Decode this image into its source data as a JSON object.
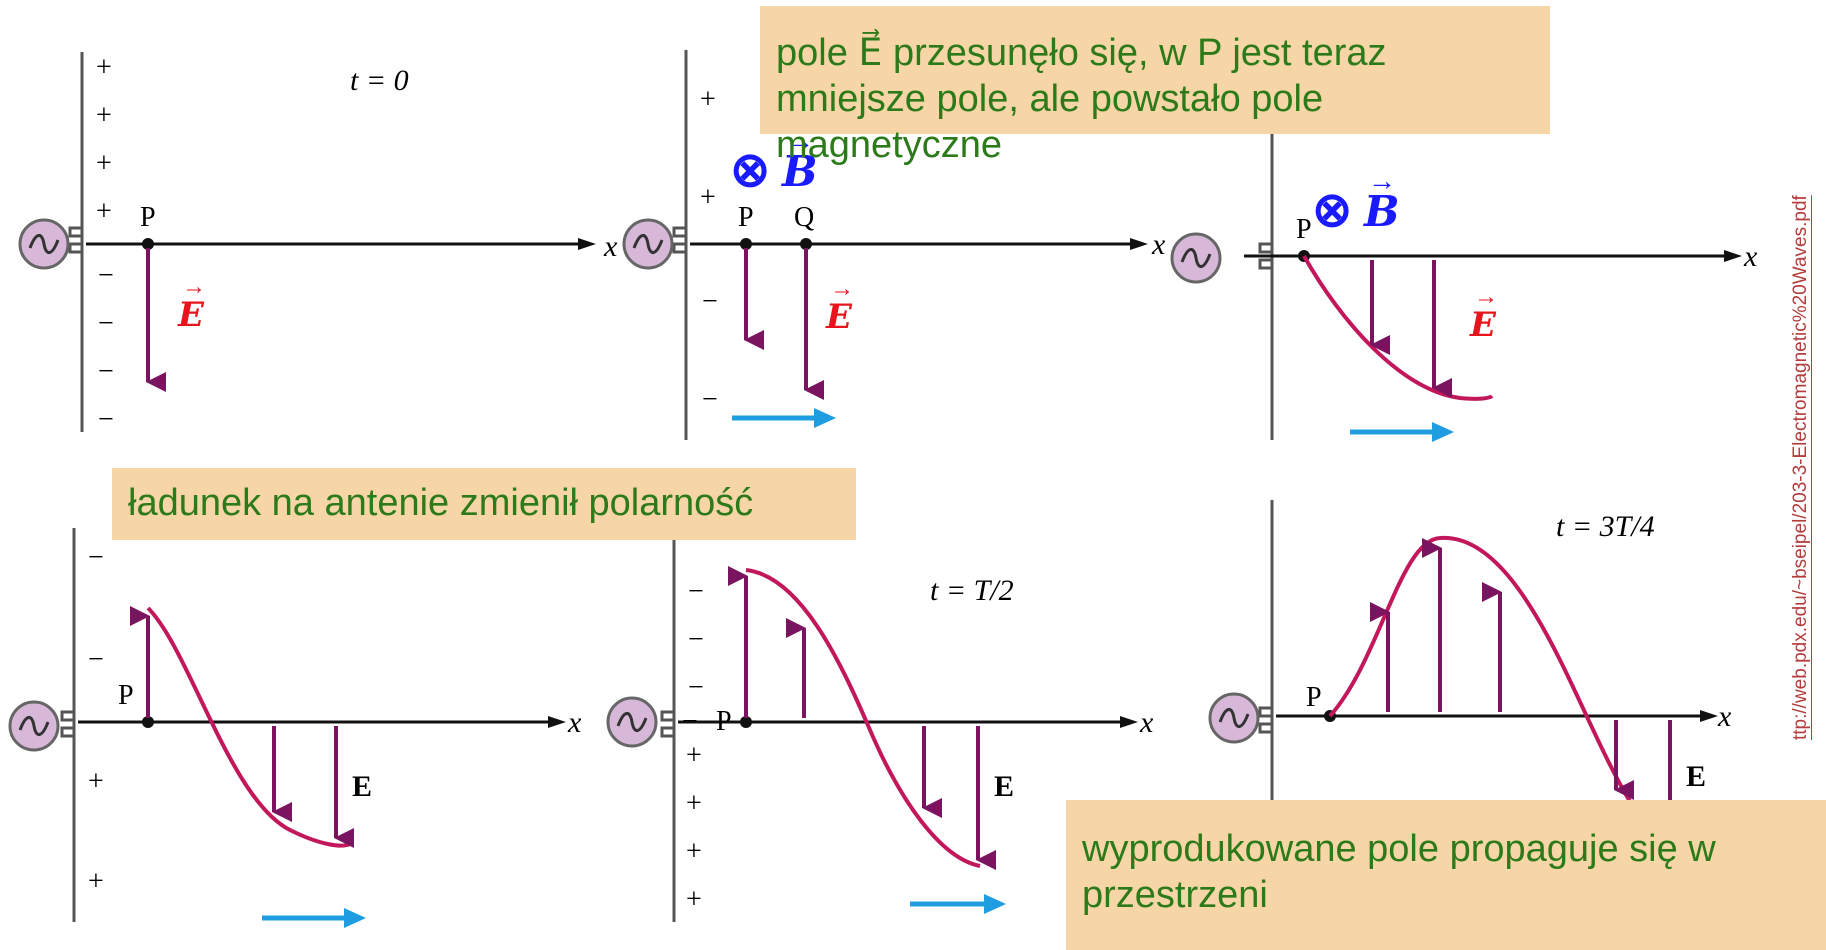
{
  "panels": [
    {
      "time_label": "t = 0",
      "points": [
        "P"
      ],
      "axis_label": "x",
      "charges_top": [
        "+",
        "+",
        "+",
        "+"
      ],
      "charges_bottom": [
        "−",
        "−",
        "−",
        "−"
      ],
      "vector_E": "E",
      "symbol_E": "→"
    },
    {
      "points": [
        "P",
        "Q"
      ],
      "axis_label": "x",
      "charges_top": [
        "+",
        "+"
      ],
      "charges_bottom": [
        "−",
        "−"
      ],
      "vector_E": "E",
      "vector_B": "B",
      "cross_symbol": "⊗",
      "symbol_E": "→"
    },
    {
      "points": [
        "P"
      ],
      "axis_label": "x",
      "vector_E": "E",
      "vector_B": "B",
      "cross_symbol": "⊗",
      "symbol_E": "→"
    },
    {
      "points": [
        "P"
      ],
      "axis_label": "x",
      "charges_top": [
        "−",
        "−"
      ],
      "charges_bottom": [
        "+",
        "+"
      ],
      "field_label": "E"
    },
    {
      "time_label": "t = T/2",
      "points": [
        "P"
      ],
      "axis_label": "x",
      "charges_top": [
        "−",
        "−",
        "−",
        "−"
      ],
      "charges_bottom": [
        "+",
        "+",
        "+",
        "+"
      ],
      "field_label": "E"
    },
    {
      "time_label": "t = 3T/4",
      "points": [
        "P"
      ],
      "axis_label": "x",
      "field_label": "E"
    }
  ],
  "annotations": {
    "top": "pole E⃗ przesunęło się, w P jest teraz mniejsze pole, ale powstało pole magnetyczne",
    "left": "ładunek na antenie zmienił polarność",
    "bottom": "wyprodukowane pole propaguje się w przestrzeni"
  },
  "source_link": "ttp://web.pdx.edu/~bseipel/203-3-Electromagnetic%20Waves.pdf",
  "colors": {
    "field_arrow": "#7b1460",
    "wave": "#c2185b",
    "motion_arrow": "#1e9de0",
    "E_label": "#e8141c",
    "B_label": "#1a1aff",
    "note_bg": "#f6d6a6",
    "note_text": "#2d7a1a",
    "source_circle": "#d8b8d8"
  }
}
